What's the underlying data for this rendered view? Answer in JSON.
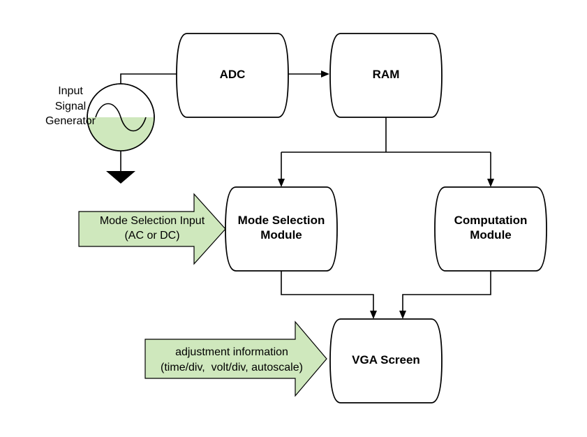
{
  "nodes": {
    "adc": {
      "label": "ADC"
    },
    "ram": {
      "label": "RAM"
    },
    "mode_selection": {
      "line1": "Mode Selection",
      "line2": "Module"
    },
    "computation": {
      "line1": "Computation",
      "line2": "Module"
    },
    "vga": {
      "label": "VGA Screen"
    }
  },
  "generator": {
    "line1": "Input",
    "line2": "Signal",
    "line3": "Generator"
  },
  "inputs": {
    "mode_selection": {
      "line1": "Mode Selection Input",
      "line2": "(AC or DC)"
    },
    "adjustment": {
      "line1": "adjustment information",
      "line2": "(time/div,  volt/div, autoscale)"
    }
  },
  "colors": {
    "accent_green": "#cfe8bd",
    "stroke": "#000000"
  }
}
